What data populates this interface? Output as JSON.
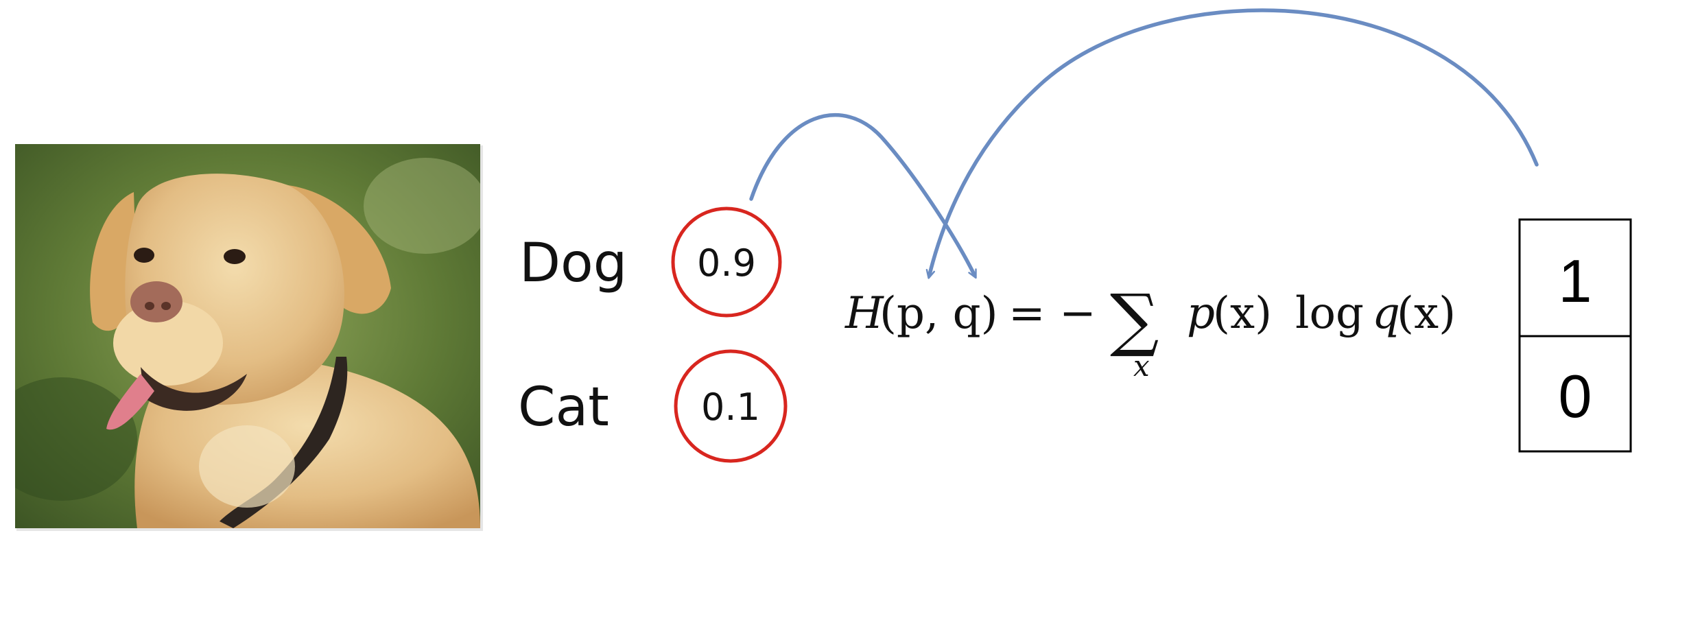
{
  "classes": [
    {
      "name": "Dog",
      "probability": "0.9"
    },
    {
      "name": "Cat",
      "probability": "0.1"
    }
  ],
  "formula": {
    "lhs_fn": "H",
    "lhs_args": "(p, q)",
    "equals_minus": "= −",
    "sum_symbol": "∑",
    "sum_index": "x",
    "term1_fn": "p",
    "term1_arg": "(x)",
    "log": "log",
    "term2_fn": "q",
    "term2_arg": "(x)"
  },
  "true_vector": [
    "1",
    "0"
  ],
  "colors": {
    "arrow": "#6a8cc2",
    "circle": "#d8261f",
    "photo_bg": "#5c7a3a",
    "dog_fur": "#e2bd86"
  },
  "icons": {
    "photo": "dog-photo-icon"
  }
}
